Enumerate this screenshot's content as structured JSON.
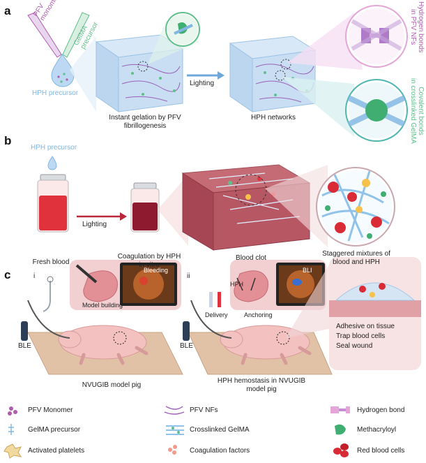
{
  "panel_a": {
    "letter": "a",
    "pfv_label": "PFV\nmonomer",
    "gelma_label": "GelMA\nprecursor",
    "hph_precursor": "HPH precursor",
    "gelation_caption": "Instant gelation by PFV\nfibrillogenesis",
    "lighting": "Lighting",
    "networks_caption": "HPH networks",
    "hbond_label": "Hydrogen bonds\nin PFV NFs",
    "covalent_label": "Covalent bonds\nin crosslinked GelMA"
  },
  "panel_b": {
    "letter": "b",
    "hph_precursor": "HPH precursor",
    "fresh_blood": "Fresh blood",
    "lighting": "Lighting",
    "coagulation": "Coagulation by HPH\nin vitro",
    "blood_clot": "Blood clot",
    "staggered": "Staggered mixtures of\nblood and HPH"
  },
  "panel_c": {
    "letter": "c",
    "sub_i": "i",
    "sub_ii": "ii",
    "bleeding": "Bleeding",
    "model_building": "Model building",
    "ble_1": "BLE",
    "caption_i": "NVUGIB model pig",
    "hph": "HPH",
    "delivery": "Delivery",
    "anchoring": "Anchoring",
    "bli": "BLI",
    "ble_2": "BLE",
    "caption_ii": "HPH hemostasis in NVUGIB\nmodel pig",
    "adhesive": "Adhesive on tissue",
    "trap": "Trap blood cells",
    "seal": "Seal wound"
  },
  "legend": [
    {
      "label": "PFV Monomer",
      "icon": "pfv-monomer-icon"
    },
    {
      "label": "PFV NFs",
      "icon": "pfv-nfs-icon"
    },
    {
      "label": "Hydrogen bond",
      "icon": "hydrogen-bond-icon"
    },
    {
      "label": "GelMA precursor",
      "icon": "gelma-precursor-icon"
    },
    {
      "label": "Crosslinked GelMA",
      "icon": "crosslinked-gelma-icon"
    },
    {
      "label": "Methacryloyl",
      "icon": "methacryloyl-icon"
    },
    {
      "label": "Activated platelets",
      "icon": "activated-platelets-icon"
    },
    {
      "label": "Coagulation factors",
      "icon": "coagulation-factors-icon"
    },
    {
      "label": "Red blood cells",
      "icon": "red-blood-cells-icon"
    }
  ],
  "colors": {
    "purple": "#b05ab0",
    "green": "#5fc08a",
    "blue": "#7fb6e3",
    "blood": "#c9303a",
    "pig": "#f2b9b9",
    "table": "#d9b89a"
  }
}
